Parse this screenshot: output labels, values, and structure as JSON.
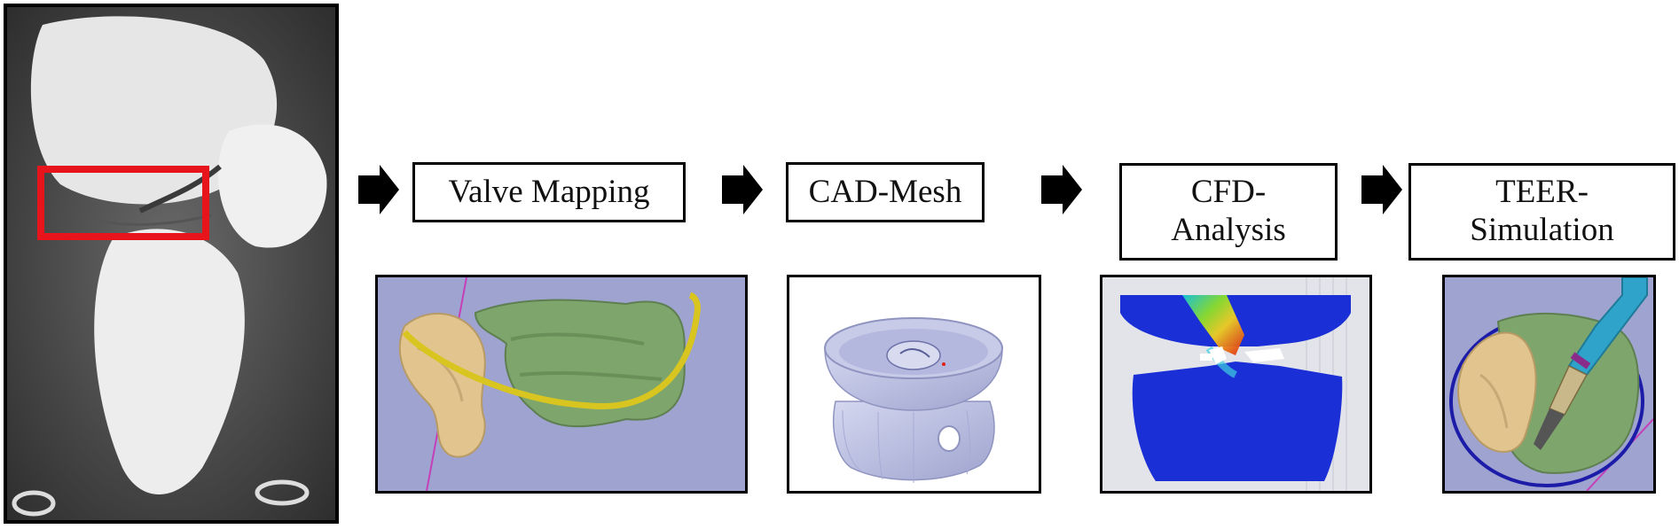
{
  "steps": [
    {
      "label": "Valve Mapping"
    },
    {
      "label": "CAD-Mesh"
    },
    {
      "label": "CFD-\nAnalysis"
    },
    {
      "label": "TEER-\nSimulation"
    }
  ],
  "colors": {
    "highlight_box": "#e8141b",
    "panel_bg": "#9fa3cf",
    "leaflet_tan": "#e2c48f",
    "tissue_green": "#7ea56c",
    "catheter_yellow": "#d9c520",
    "mesh_gray": "#b8bde0",
    "cfd_blue": "#1a2fd6",
    "cfd_red": "#e02010",
    "tool_cyan": "#2fa3c9"
  }
}
